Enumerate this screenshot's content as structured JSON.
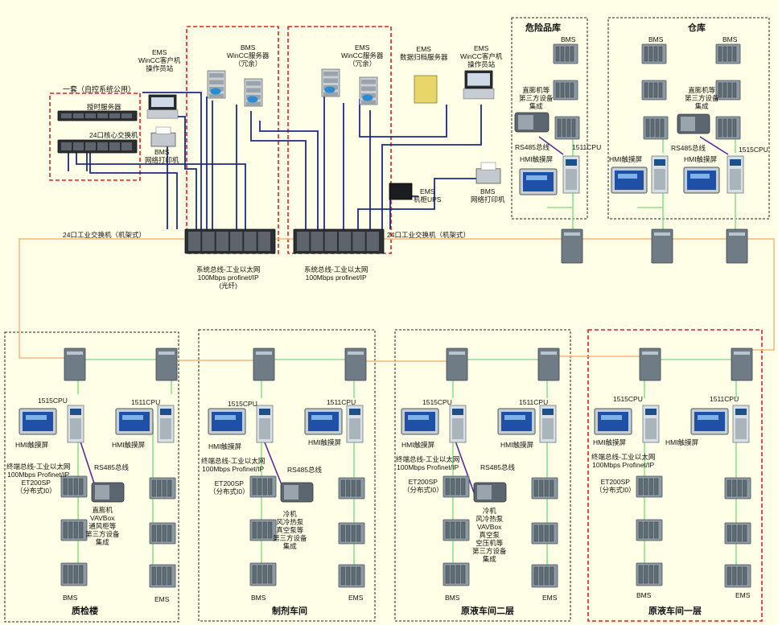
{
  "top_left": {
    "group_title": "一套（自控系统公用）",
    "time_server": "授时服务器",
    "core_switch": "24口核心交换机",
    "printer": "BMS\n网络打印机",
    "client_station": "EMS\nWinCC客户机\n操作员站",
    "bms_server": "BMS\nWinCC服务器\n（冗余）",
    "ems_server": "EMS\nWinCC服务器\n（冗余）",
    "ems_archive": "EMS\n数据归档服务器",
    "ems_client2": "EMS\nWinCC客户机\n操作员站",
    "ups": "EMS\n机柜UPS",
    "ems_printer": "BMS\n网络打印机"
  },
  "switches": {
    "left_label": "24口工业交换机（机架式）",
    "right_label": "24口工业交换机（机架式）",
    "left_caption": "系统总线-工业以太网\n100Mbps profinet/IP\n(光纤)",
    "right_caption": "系统总线-工业以太网\n100Mbps profinet/IP"
  },
  "areas": [
    {
      "title": "危险品库",
      "bms": "BMS",
      "third_party": "直膨机等\n第三方设备\n集成",
      "rs485": "RS485总线",
      "hmi": "HMI触摸屏",
      "cpu": "1511CPU"
    },
    {
      "title": "仓库",
      "bms1": "BMS",
      "bms2": "BMS",
      "third_party": "直膨机等\n第三方设备\n集成",
      "rs485": "RS485总线",
      "hmi1": "HMI触摸屏",
      "hmi2": "HMI触摸屏",
      "cpu": "1515CPU"
    },
    {
      "title": "质检楼",
      "cpu1": "1515CPU",
      "cpu2": "1511CPU",
      "hmi1": "HMI触摸屏",
      "hmi2": "HMI触摸屏",
      "field_bus": "终端总线-工业以太网\n100Mbps Profinet/IP",
      "et200": "ET200SP\n（分布式I0）",
      "rs485": "RS485总线",
      "third_party": "直膨机\nVAVBox\n通风柜等\n第三方设备\n集成",
      "bms": "BMS",
      "ems": "EMS"
    },
    {
      "title": "制剂车间",
      "cpu1": "1515CPU",
      "cpu2": "1511CPU",
      "hmi1": "HMI触摸屏",
      "hmi2": "HMI触摸屏",
      "field_bus": "终端总线-工业以太网\n100Mbps Profinet/IP",
      "et200": "ET200SP\n（分布式I0）",
      "rs485": "RS485总线",
      "third_party": "冷机\n风冷热泵\n真空泵等\n第三方设备\n集成",
      "bms": "BMS",
      "ems": "EMS"
    },
    {
      "title": "原液车间二层",
      "cpu1": "1515CPU",
      "cpu2": "1511CPU",
      "hmi1": "HMI触摸屏",
      "hmi2": "HMI触摸屏",
      "field_bus": "终端总线-工业以太网\n100Mbps Profinet/IP",
      "et200": "ET200SP\n（分布式I0）",
      "rs485": "RS485总线",
      "third_party": "冷机\n风冷热泵\nVAVBox\n真空泵\n空压机等\n第三方设备\n集成",
      "bms": "BMS",
      "ems": "EMS"
    },
    {
      "title": "原液车间一层",
      "cpu1": "1515CPU",
      "cpu2": "1511CPU",
      "hmi1": "HMI触摸屏",
      "hmi2": "HMI触摸屏",
      "field_bus": "终端总线-工业以太网\n100Mbps Profinet/IP",
      "et200": "ET200SP\n（分布式I0）",
      "bms": "BMS",
      "ems": "EMS"
    }
  ],
  "colors": {
    "ring": "#f7b37a",
    "lan": "#1c2a8a",
    "fieldbus": "#8fe08f",
    "rs485": "#5a2a9c",
    "red_box": "#e02020",
    "black_box": "#222222"
  }
}
